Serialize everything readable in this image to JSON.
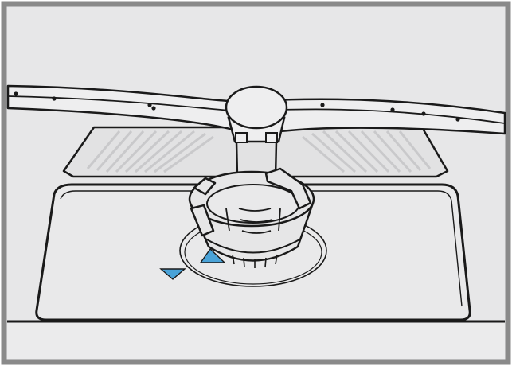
{
  "illustration": {
    "subject": "dishwasher-filter-removal",
    "colors": {
      "frame": "#8a8a8a",
      "background": "#e7e7e8",
      "floor": "#ebebec",
      "outline": "#1a1a1a",
      "arm_fill": "#eeeeef",
      "grille_fill": "#e2e2e3",
      "grille_slats": "#c9c9cb",
      "basin_fill": "#e9e9ea",
      "filter_fill": "#e6e6e7",
      "marker_accent": "#4aa3d8"
    },
    "markers": [
      {
        "name": "unlock-triangle",
        "direction": "down"
      },
      {
        "name": "lock-triangle",
        "direction": "up"
      }
    ]
  }
}
